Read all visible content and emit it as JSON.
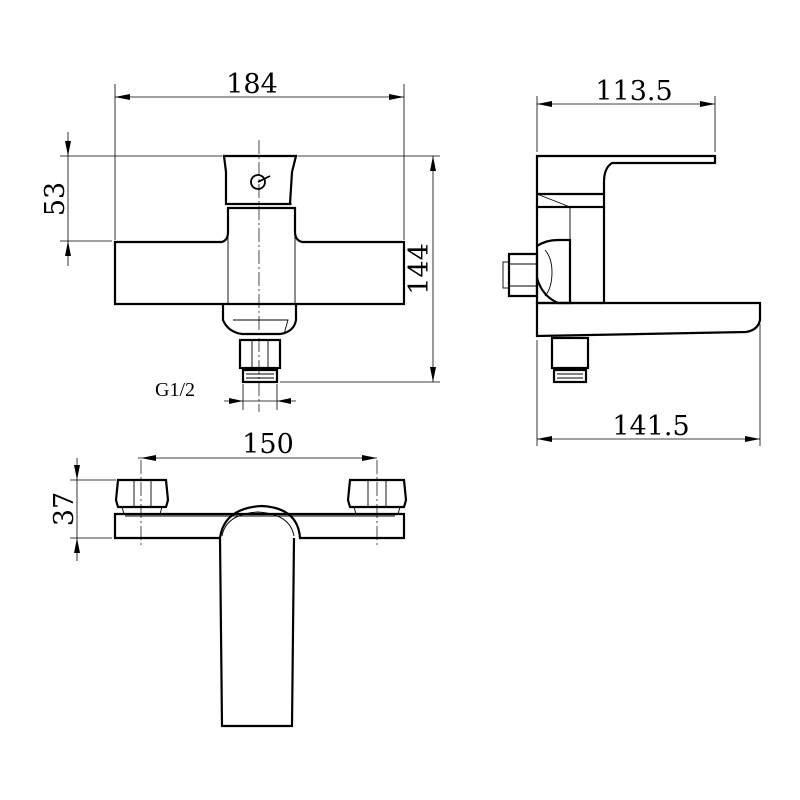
{
  "dimensions": {
    "front_width": "184",
    "front_handle_height": "53",
    "front_total_height": "144",
    "thread": "G1/2",
    "side_depth": "113.5",
    "side_spout_reach": "141.5",
    "top_centers": "150",
    "top_connector_height": "37"
  },
  "colors": {
    "line": "#000000",
    "background": "#ffffff"
  }
}
